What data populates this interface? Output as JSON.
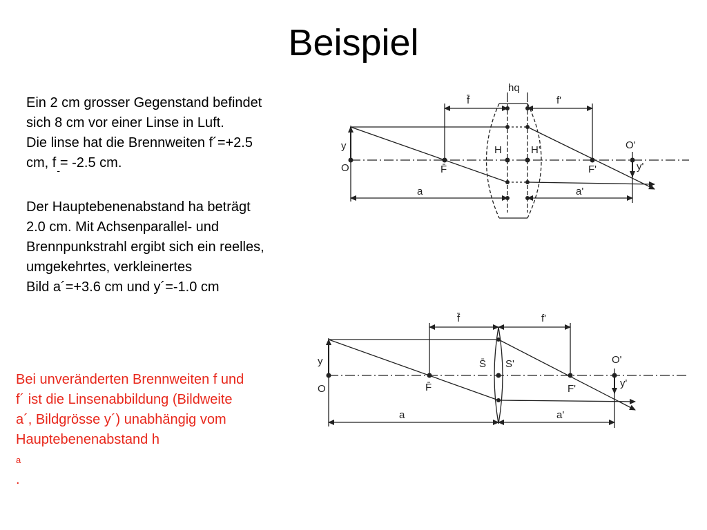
{
  "slide": {
    "title": "Beispiel",
    "intro_lines": [
      "Ein 2 cm grosser Gegenstand befindet",
      "sich 8 cm vor einer Linse in Luft.",
      "Die linse hat die Brennweiten f´=+2.5"
    ],
    "intro_line4_a": "cm, f",
    "intro_line4_bar": "-",
    "intro_line4_b": " = -2.5 cm.",
    "result_lines": [
      "Der Hauptebenenabstand ha beträgt",
      "2.0 cm. Mit Achsenparallel- und",
      "Brennpunkstrahl ergibt sich ein reelles,",
      "umgekehrtes, verkleinertes",
      "Bild a´=+3.6 cm und y´=-1.0 cm"
    ],
    "note_lines": [
      "Bei unveränderten Brennweiten f und",
      "f´ ist die Linsenabbildung (Bildweite",
      "a´, Bildgrösse y´) unabhängig vom"
    ],
    "note_last_main": "Hauptebenenabstand h",
    "note_last_sub": "a",
    "note_last_end": ".",
    "note_color": "#e8271b"
  },
  "diagram_thick": {
    "label_hq": "hq",
    "label_fbar": "f̄",
    "label_fprime": "f'",
    "label_y": "y",
    "label_o": "O",
    "label_focus_obj": "F̄",
    "label_h": "H",
    "label_hprime": "H'",
    "label_focus_img": "F'",
    "label_oprime": "O'",
    "label_yprime": "y'",
    "label_a": "a",
    "label_aprime": "a'"
  },
  "diagram_thin": {
    "label_fbar": "f̄",
    "label_fprime": "f'",
    "label_y": "y",
    "label_o": "O",
    "label_sbar": "S̄",
    "label_sprime": "S'",
    "label_focus_obj": "F̄",
    "label_focus_img": "F'",
    "label_oprime": "O'",
    "label_yprime": "y'",
    "label_a": "a",
    "label_aprime": "a'"
  }
}
